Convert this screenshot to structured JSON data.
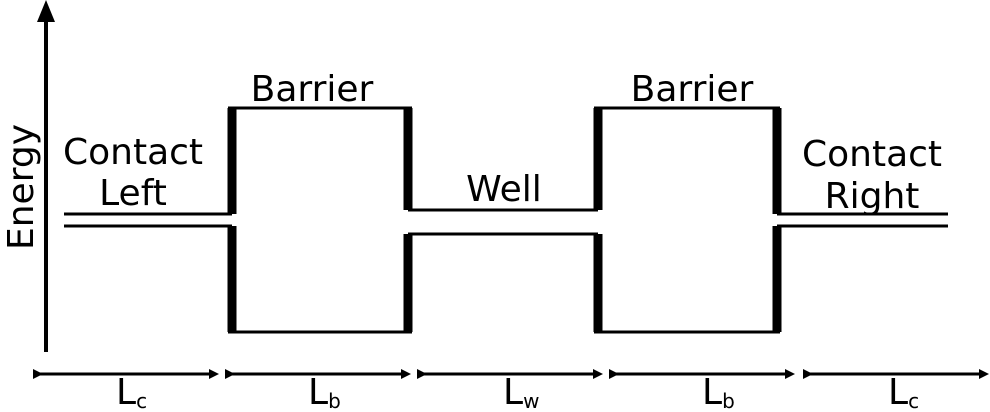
{
  "axis": {
    "ylabel": "Energy"
  },
  "regions": {
    "contact_left_line1": "Contact",
    "contact_left_line2": "Left",
    "barrier_left": "Barrier",
    "well": "Well",
    "barrier_right": "Barrier",
    "contact_right_line1": "Contact",
    "contact_right_line2": "Right"
  },
  "dimensions": [
    {
      "main": "L",
      "sub": "c"
    },
    {
      "main": "L",
      "sub": "b"
    },
    {
      "main": "L",
      "sub": "w"
    },
    {
      "main": "L",
      "sub": "b"
    },
    {
      "main": "L",
      "sub": "c"
    }
  ]
}
